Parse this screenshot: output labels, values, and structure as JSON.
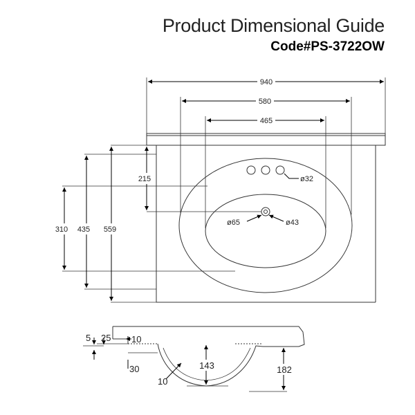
{
  "header": {
    "title": "Product Dimensional Guide",
    "code": "Code#PS-3722OW"
  },
  "top_view": {
    "width_overall": "940",
    "width_bowl_outer": "580",
    "width_bowl_inner": "465",
    "depth_to_drain": "215",
    "depth_bowl": "310",
    "depth_body": "435",
    "depth_overall": "559",
    "tap_hole_dia": "ø32",
    "waste_hole_dia": "ø65",
    "overflow_dia": "ø43"
  },
  "side_view": {
    "dim_5": "5",
    "dim_25": "25",
    "dim_10_top": "10",
    "dim_30": "30",
    "dim_143": "143",
    "dim_182": "182",
    "dim_10_bottom": "10"
  }
}
